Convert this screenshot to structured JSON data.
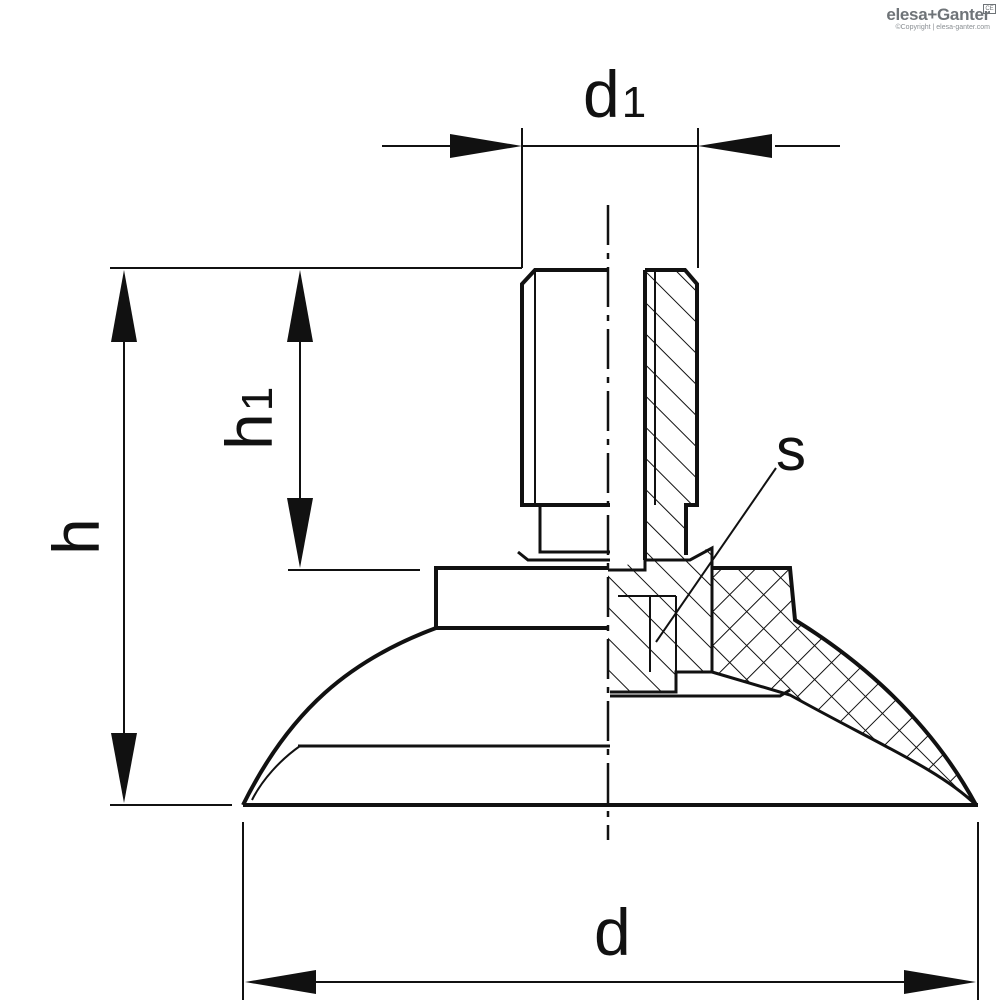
{
  "logo": {
    "brand": "elesa+Ganter",
    "copyright": "©Copyright | elesa-ganter.com",
    "mark": "CE"
  },
  "labels": {
    "d1_main": "d",
    "d1_sub": "1",
    "h1_main": "h",
    "h1_sub": "1",
    "h": "h",
    "d": "d",
    "s": "s"
  },
  "colors": {
    "line": "#111111",
    "background": "#ffffff"
  }
}
